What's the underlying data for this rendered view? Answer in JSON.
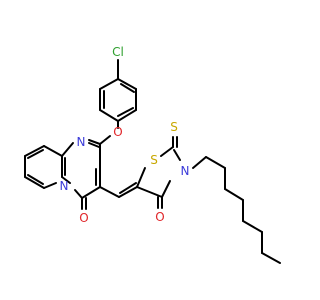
{
  "colors": {
    "bond": "#000000",
    "C": "#000000",
    "N": "#3b3bd9",
    "O": "#e0262a",
    "S": "#c8a800",
    "Cl": "#2fa02f"
  },
  "atoms": [
    {
      "id": "Cl1",
      "label": "Cl",
      "element": "Cl"
    },
    {
      "id": "O1",
      "label": "O",
      "element": "O"
    },
    {
      "id": "N1",
      "label": "N",
      "element": "N"
    },
    {
      "id": "N2",
      "label": "N",
      "element": "N"
    },
    {
      "id": "O2",
      "label": "O",
      "element": "O"
    },
    {
      "id": "S1",
      "label": "S",
      "element": "S"
    },
    {
      "id": "S2",
      "label": "S",
      "element": "S"
    },
    {
      "id": "N3",
      "label": "N",
      "element": "N"
    },
    {
      "id": "O3",
      "label": "O",
      "element": "O"
    }
  ]
}
